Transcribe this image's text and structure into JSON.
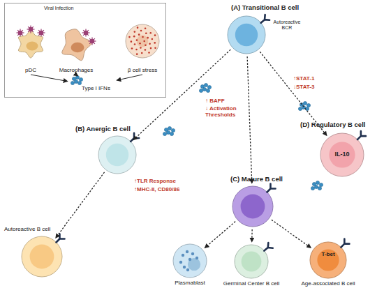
{
  "diagram": {
    "nodes": [
      {
        "text": [
          "Viral Infection"
        ]
      },
      {
        "text": [
          "pDC"
        ],
        "in": 0
      },
      {
        "text": [
          "Macrophages"
        ],
        "in": 0
      },
      {
        "text": [
          "β cell stress"
        ],
        "in": 0
      },
      {
        "text": [
          "Type I IFNs"
        ],
        "in": 0
      },
      {
        "text": [
          "(A) Transitional B cell",
          "Autoreactive BCR"
        ]
      },
      {
        "text": [
          "(B) Anergic B cell"
        ]
      },
      {
        "text": [
          "(C) Mature B cell"
        ]
      },
      {
        "text": [
          "(D) Regulatory B cell",
          "IL-10"
        ]
      },
      {
        "text": [
          "Autoreactive B cell"
        ]
      },
      {
        "text": [
          "Plasmablast"
        ]
      },
      {
        "text": [
          "Germinal Center B cell"
        ]
      },
      {
        "text": [
          "T-bet",
          "Age-associated B cell"
        ]
      }
    ],
    "edges": [
      {
        "from": 1,
        "to": 4,
        "arrow": "to"
      },
      {
        "from": 2,
        "to": 4,
        "arrow": "to"
      },
      {
        "from": 3,
        "to": 4,
        "arrow": "to"
      },
      {
        "from": 5,
        "to": 6,
        "arrow": "to"
      },
      {
        "from": 5,
        "to": 7,
        "arrow": "to"
      },
      {
        "from": 5,
        "to": 8,
        "arrow": "to"
      },
      {
        "from": 6,
        "to": 9,
        "arrow": "to"
      },
      {
        "from": 7,
        "to": 10,
        "arrow": "to"
      },
      {
        "from": 7,
        "to": 11,
        "arrow": "to"
      },
      {
        "from": 7,
        "to": 12,
        "arrow": "to"
      }
    ],
    "labels": [
      "↑TLR Response",
      "↑MHC-II, CD80/86",
      "↑ BAFF",
      "↓ Activation Thresholds",
      "↑STAT-1",
      "↓STAT-3"
    ]
  }
}
